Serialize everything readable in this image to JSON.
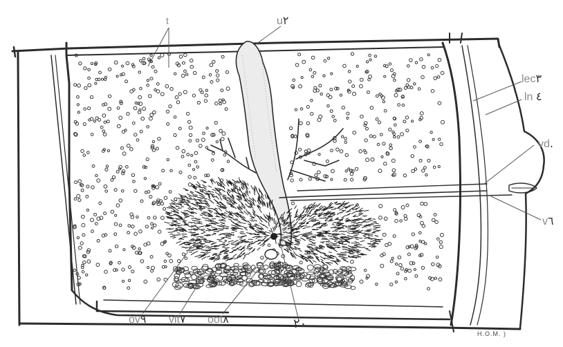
{
  "labels": {
    "t": {
      "latin": "t",
      "arabic": ""
    },
    "ut": {
      "latin": "u",
      "arabic": "٢"
    },
    "lec": {
      "latin": "lec",
      "arabic": "٣"
    },
    "ln": {
      "latin": "ln",
      "arabic": "٤"
    },
    "vd": {
      "latin": "vd",
      "arabic": "."
    },
    "vg": {
      "latin": "v",
      "arabic": "٦"
    },
    "ov": {
      "latin": "ov",
      "arabic": "٩"
    },
    "vit": {
      "latin": "vit",
      "arabic": "٧"
    },
    "oot": {
      "latin": "oot",
      "arabic": "٨"
    },
    "ms": {
      "latin": "",
      "arabic": "٢٠"
    }
  },
  "signature": "H.O.M. )",
  "colors": {
    "ink": "#2b2b2b",
    "paper": "#ffffff",
    "label_grey": "#8a8a8a"
  }
}
